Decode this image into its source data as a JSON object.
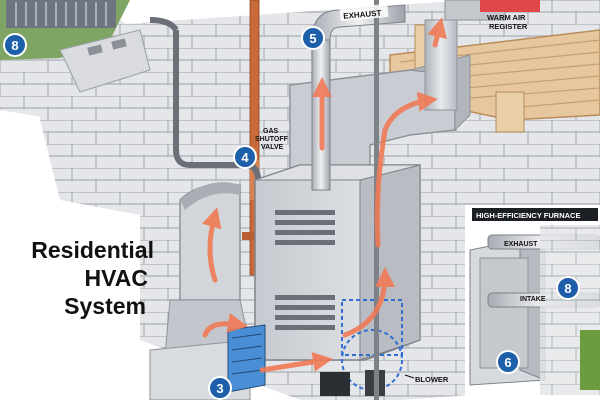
{
  "title": {
    "line1": "Residential",
    "line2": "HVAC",
    "line3": "System"
  },
  "labels": {
    "exhaust": "EXHAUST",
    "warm_air_register_line1": "WARM AIR",
    "warm_air_register_line2": "REGISTER",
    "gas_shutoff_line1": "GAS",
    "gas_shutoff_line2": "SHUTOFF",
    "gas_shutoff_line3": "VALVE",
    "blower": "BLOWER",
    "high_efficiency_furnace": "HIGH-EFFICIENCY FURNACE",
    "hef_exhaust": "EXHAUST",
    "hef_intake": "INTAKE"
  },
  "badges": {
    "topleft": "8",
    "exhaust_pipe": "5",
    "gas_valve": "4",
    "filter": "3",
    "hef_right": "8",
    "hef_bottom": "6"
  },
  "colors": {
    "badge_blue": "#1d5fa8",
    "airflow_arrow": "#f07a55",
    "brick": "#e4e6e9",
    "brick_line": "#b3b7bc",
    "duct": "#c9ccd2",
    "copper_pipe": "#c96a3a",
    "filter_blue": "#4a8fd6",
    "wood": "#e7c79d",
    "grass": "#6d9c3e"
  }
}
